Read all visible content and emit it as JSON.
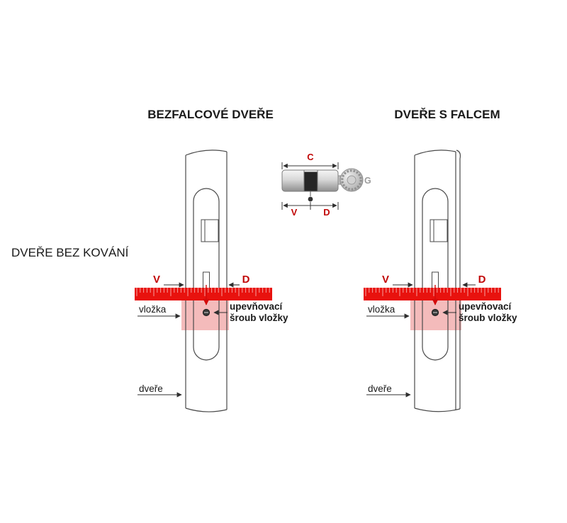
{
  "titles": {
    "left_column": "BEZFALCOVÉ DVEŘE",
    "right_column": "DVEŘE S FALCEM",
    "side_note": "DVEŘE BEZ KOVÁNÍ"
  },
  "cylinder_diagram": {
    "dim_total": "C",
    "dim_left": "V",
    "dim_right": "D",
    "knob_label": "G"
  },
  "left_door": {
    "dim_v": "V",
    "dim_d": "D",
    "cylinder_label": "vložka",
    "screw_label_line1": "upevňovací",
    "screw_label_line2": "šroub vložky",
    "door_label": "dveře"
  },
  "right_door": {
    "dim_v": "V",
    "dim_d": "D",
    "cylinder_label": "vložka",
    "screw_label_line1": "upevňovací",
    "screw_label_line2": "šroub vložky",
    "door_label": "dveře"
  },
  "colors": {
    "ruler_red": "#e8120e",
    "dimension_red": "#c10808",
    "highlight_pink": "#f4bbbb",
    "knob_label_gray": "#9b9b9b"
  }
}
